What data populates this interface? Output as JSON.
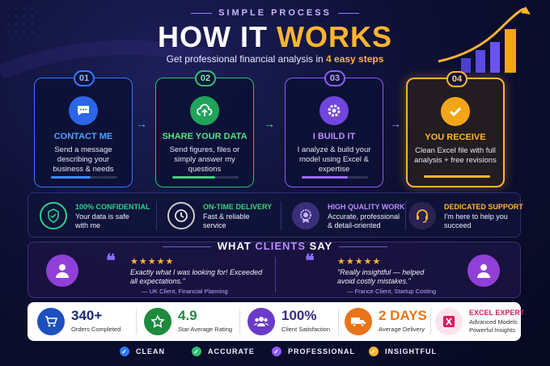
{
  "header": {
    "eyebrow": "SIMPLE PROCESS",
    "title_part1": "HOW IT",
    "title_part2": "WORKS",
    "subtitle_pre": "Get professional financial analysis in ",
    "subtitle_hl": "4 easy steps"
  },
  "steps": [
    {
      "num": "01",
      "title": "CONTACT ME",
      "desc": "Send a message describing your business & needs",
      "icon": "chat-icon",
      "color": "#2f7bff"
    },
    {
      "num": "02",
      "title": "SHARE YOUR DATA",
      "desc": "Send figures, files or simply answer my questions",
      "icon": "cloud-upload-icon",
      "color": "#2fbf6f"
    },
    {
      "num": "03",
      "title": "I BUILD IT",
      "desc": "I analyze & build your model using Excel & expertise",
      "icon": "gear-icon",
      "color": "#8e5bff"
    },
    {
      "num": "04",
      "title": "YOU RECEIVE",
      "desc": "Clean Excel file with full analysis + free revisions",
      "icon": "check-icon",
      "color": "#ffb52e"
    }
  ],
  "features": [
    {
      "title": "100% CONFIDENTIAL",
      "desc": "Your data is safe with me",
      "icon": "shield-check-icon",
      "color": "#2fd08a"
    },
    {
      "title": "ON-TIME DELIVERY",
      "desc": "Fast & reliable service",
      "icon": "clock-icon",
      "color": "#3fd07c"
    },
    {
      "title": "HIGH QUALITY WORK",
      "desc": "Accurate, professional & detail-oriented",
      "icon": "award-icon",
      "color": "#b88dff"
    },
    {
      "title": "DEDICATED SUPPORT",
      "desc": "I'm here to help you succeed",
      "icon": "headset-icon",
      "color": "#ffb52e"
    }
  ],
  "clients": {
    "head_pre": "WHAT ",
    "head_hl": "CLIENTS",
    "head_post": " SAY",
    "testimonials": [
      {
        "stars": "★★★★★",
        "text": "Exactly what I was looking for! Exceeded all expectations.\"",
        "author": "— UK Client, Financial Planning"
      },
      {
        "stars": "★★★★★",
        "text": "\"Really insightful — helped avoid costly mistakes.\"",
        "author": "— France Client, Startup Costing"
      }
    ]
  },
  "stats": [
    {
      "value": "340+",
      "label": "Orders Completed",
      "icon": "cart-icon",
      "color": "#1f4fbf",
      "value_color": "#1a2a6a"
    },
    {
      "value": "4.9",
      "label": "Star Average Rating",
      "icon": "star-icon",
      "color": "#1e8a3e",
      "value_color": "#1e8a3e"
    },
    {
      "value": "100%",
      "label": "Client Satisfaction",
      "icon": "users-icon",
      "color": "#6a3ac8",
      "value_color": "#3a2a8a"
    },
    {
      "value": "2 DAYS",
      "label": "Average Delivery",
      "icon": "truck-icon",
      "color": "#e8741a",
      "value_color": "#e8741a"
    },
    {
      "value": "EXCEL EXPERT",
      "label": "Advanced Models Powerful Insights",
      "icon": "excel-icon",
      "color": "#d81b60",
      "value_color": "#d81b60"
    }
  ],
  "badges": [
    {
      "label": "CLEAN",
      "color": "#2f7bff"
    },
    {
      "label": "ACCURATE",
      "color": "#2fbf6f"
    },
    {
      "label": "PROFESSIONAL",
      "color": "#8e5bff"
    },
    {
      "label": "INSIGHTFUL",
      "color": "#ffb52e"
    }
  ]
}
